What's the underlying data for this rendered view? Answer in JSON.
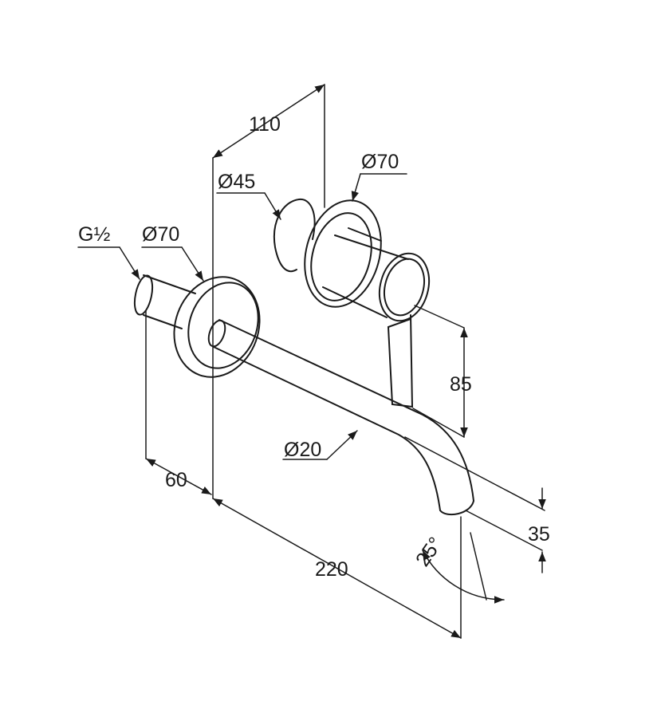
{
  "diagram": {
    "dimensions": {
      "depth_110": "110",
      "dia_45": "Ø45",
      "dia_70_handle": "Ø70",
      "thread": "G½",
      "dia_70_spout": "Ø70",
      "height_85": "85",
      "dia_20": "Ø20",
      "offset_60": "60",
      "length_220": "220",
      "height_35": "35",
      "angle_25": "25°"
    },
    "colors": {
      "line": "#1a1a1a",
      "background": "#ffffff"
    }
  }
}
